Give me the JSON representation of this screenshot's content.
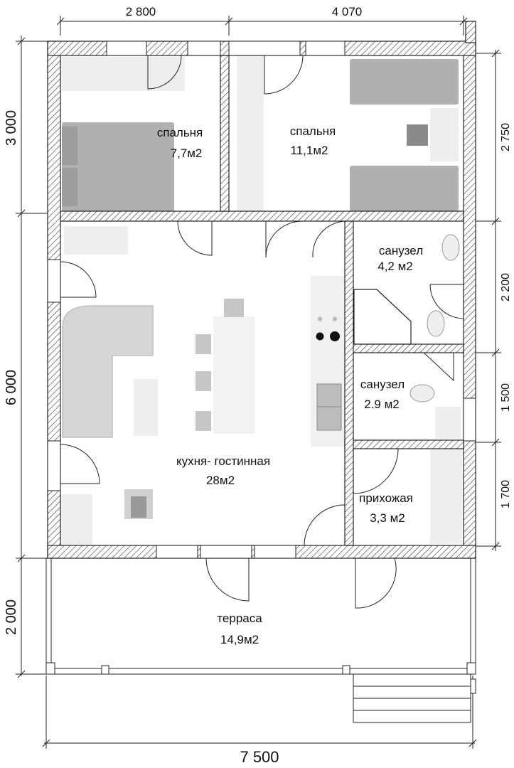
{
  "plan": {
    "rooms": [
      {
        "id": "bedroom1",
        "name": "спальня",
        "area": "7,7м2"
      },
      {
        "id": "bedroom2",
        "name": "спальня",
        "area": "11,1м2"
      },
      {
        "id": "bath1",
        "name": "санузел",
        "area": "4,2 м2"
      },
      {
        "id": "bath2",
        "name": "санузел",
        "area": "2.9 м2"
      },
      {
        "id": "living",
        "name": "кухня- гостинная",
        "area": "28м2"
      },
      {
        "id": "hall",
        "name": "прихожая",
        "area": "3,3 м2"
      },
      {
        "id": "terrace",
        "name": "терраса",
        "area": "14,9м2"
      }
    ],
    "dimensions": {
      "top": [
        "2 800",
        "4 070"
      ],
      "left": [
        "3 000",
        "6 000",
        "2 000"
      ],
      "right": [
        "2 750",
        "2 200",
        "1 500",
        "1 700"
      ],
      "bottom": "7 500"
    }
  }
}
